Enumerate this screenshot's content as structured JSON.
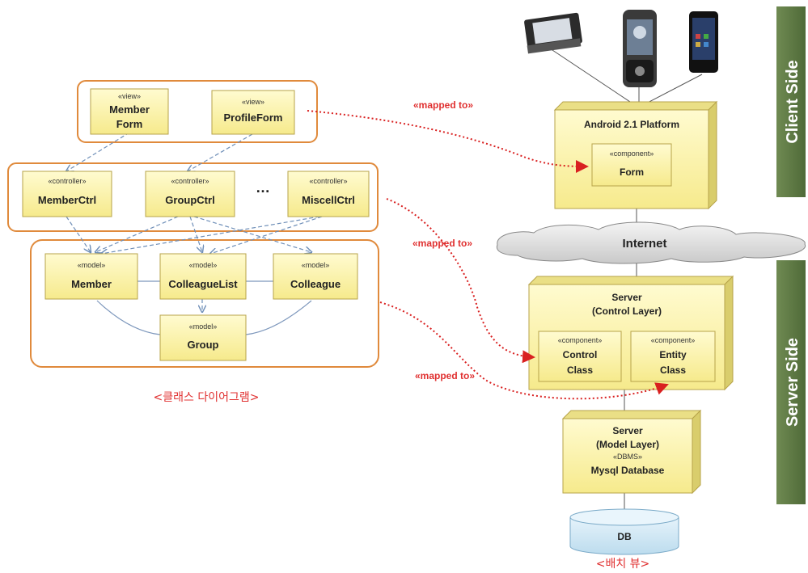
{
  "side_labels": {
    "client": "Client Side",
    "server": "Server Side"
  },
  "view_group": {
    "member_form": {
      "stereotype": "«view»",
      "line1": "Member",
      "line2": "Form"
    },
    "profile_form": {
      "stereotype": "«view»",
      "line1": "ProfileForm"
    }
  },
  "controller_group": {
    "member_ctrl": {
      "stereotype": "«controller»",
      "name": "MemberCtrl"
    },
    "group_ctrl": {
      "stereotype": "«controller»",
      "name": "GroupCtrl"
    },
    "ellipsis": "…",
    "miscell_ctrl": {
      "stereotype": "«controller»",
      "name": "MiscellCtrl"
    }
  },
  "model_group": {
    "member": {
      "stereotype": "«model»",
      "name": "Member"
    },
    "colleague_list": {
      "stereotype": "«model»",
      "name": "ColleagueList"
    },
    "colleague": {
      "stereotype": "«model»",
      "name": "Colleague"
    },
    "group": {
      "stereotype": "«model»",
      "name": "Group"
    }
  },
  "class_diagram_caption": "<클래스 다이어그램>",
  "mapped_to": {
    "first": "«mapped to»",
    "second": "«mapped to»",
    "third": "«mapped to»"
  },
  "deployment": {
    "android_platform": "Android 2.1 Platform",
    "form_component": {
      "stereotype": "«component»",
      "name": "Form"
    },
    "internet": "Internet",
    "server_control": {
      "line1": "Server",
      "line2": "(Control Layer)"
    },
    "control_class": {
      "stereotype": "«component»",
      "line1": "Control",
      "line2": "Class"
    },
    "entity_class": {
      "stereotype": "«component»",
      "line1": "Entity",
      "line2": "Class"
    },
    "server_model": {
      "line1": "Server",
      "line2": "(Model Layer)",
      "stereotype": "«DBMS»",
      "line3": "Mysql Database"
    },
    "db": "DB"
  },
  "deployment_caption": "<배치 뷰>",
  "colors": {
    "box_fill": "#fdf6b0",
    "frame": "#e08a3c",
    "mapping": "#d92020",
    "side_band": "#5f7a45"
  }
}
